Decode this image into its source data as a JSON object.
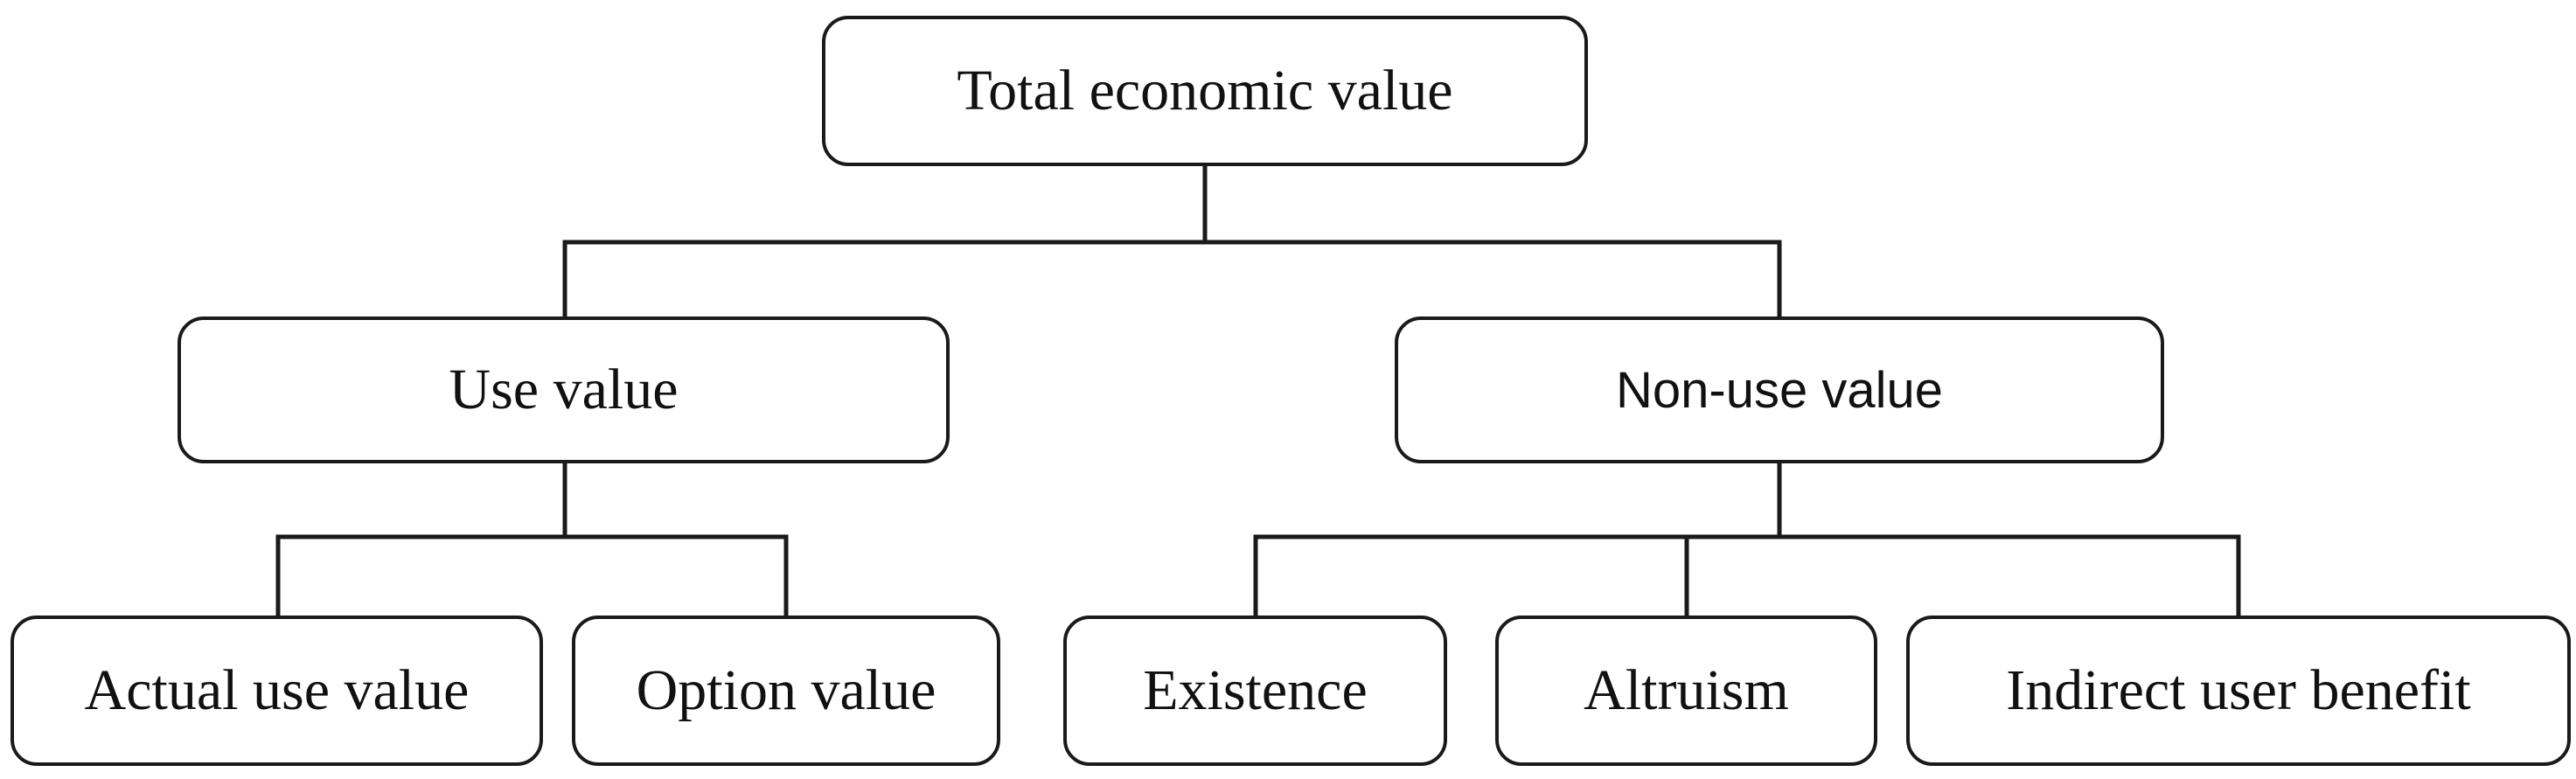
{
  "diagram": {
    "root": {
      "label": "Total economic value"
    },
    "use_value": {
      "label": "Use value",
      "children": [
        {
          "label": "Actual use value"
        },
        {
          "label": "Option value"
        }
      ]
    },
    "non_use_value": {
      "label": "Non-use value",
      "children": [
        {
          "label": "Existence"
        },
        {
          "label": "Altruism"
        },
        {
          "label": "Indirect user benefit"
        }
      ]
    }
  },
  "colors": {
    "line": "#1a1a1a",
    "box_border": "#1a1a1a",
    "background": "#ffffff",
    "text": "#111111"
  }
}
